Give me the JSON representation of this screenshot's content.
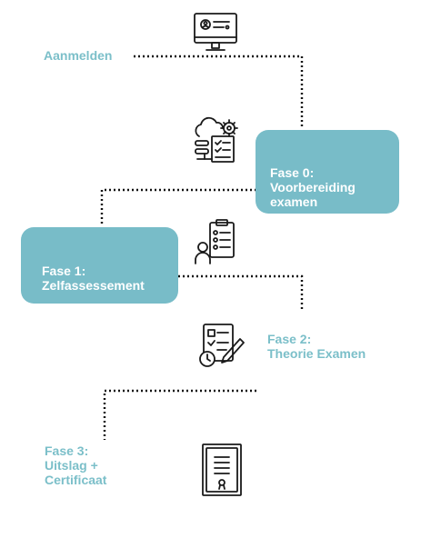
{
  "colors": {
    "accent": "#7bbfc9",
    "box_fill": "#78bcc8",
    "box_text": "#ffffff",
    "line": "#111111",
    "icon": "#1a1a1a"
  },
  "steps": {
    "aanmelden": {
      "label": "Aanmelden",
      "icon": "computer-monitor-icon"
    },
    "fase0": {
      "label": "Fase 0:\nVoorbereiding\nexamen",
      "icon": "cloud-gear-document-icon"
    },
    "fase1": {
      "label": "Fase 1:\nZelfassessement",
      "icon": "person-clipboard-icon"
    },
    "fase2": {
      "label": "Fase 2:\nTheorie Examen",
      "icon": "exam-checklist-clock-icon"
    },
    "fase3": {
      "label": "Fase 3:\nUitslag +\nCertificaat",
      "icon": "certificate-icon"
    }
  }
}
